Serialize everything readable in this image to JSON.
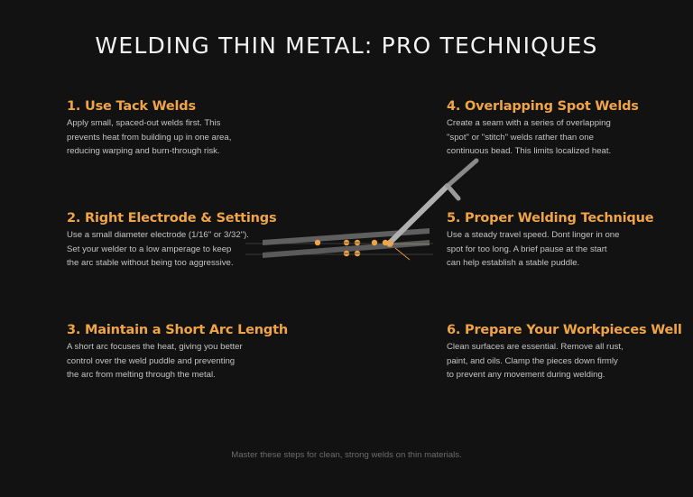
{
  "title": "WELDING THIN METAL: PRO TECHNIQUES",
  "steps": [
    {
      "heading": "1. Use Tack Welds",
      "lines": [
        "Apply small, spaced-out welds first. This",
        "prevents heat from building up in one area,",
        "reducing warping and burn-through risk."
      ]
    },
    {
      "heading": "2. Right Electrode & Settings",
      "lines": [
        "Use a small diameter electrode (1/16\" or 3/32\").",
        "Set your welder to a low amperage to keep",
        "the arc stable without being too aggressive."
      ]
    },
    {
      "heading": "3. Maintain a Short Arc Length",
      "lines": [
        "A short arc focuses the heat, giving you better",
        "control over the weld puddle and preventing",
        "the arc from melting through the metal."
      ]
    },
    {
      "heading": "4. Overlapping Spot Welds",
      "lines": [
        "Create a seam with a series of overlapping",
        "\"spot\" or \"stitch\" welds rather than one",
        "continuous bead. This limits localized heat."
      ]
    },
    {
      "heading": "5. Proper Welding Technique",
      "lines": [
        "Use a steady travel speed. Dont linger in one",
        "spot for too long. A brief pause at the start",
        "can help establish a stable puddle."
      ]
    },
    {
      "heading": "6. Prepare Your Workpieces Well",
      "lines": [
        "Clean surfaces are essential. Remove all rust,",
        "paint, and oils. Clamp the pieces down firmly",
        "to prevent any movement during welding."
      ]
    }
  ],
  "illustration": {
    "description": "Two thin metal plates with tack weld dots and an angled electrode holder striking an arc",
    "colors": {
      "background": "#121212",
      "plate": "#5f5f5f",
      "electrode": "#b8b8b8",
      "weld": "#f0a445",
      "guide_line": "#3a3a3a"
    }
  },
  "footer": "Master these steps for clean, strong welds on thin materials."
}
